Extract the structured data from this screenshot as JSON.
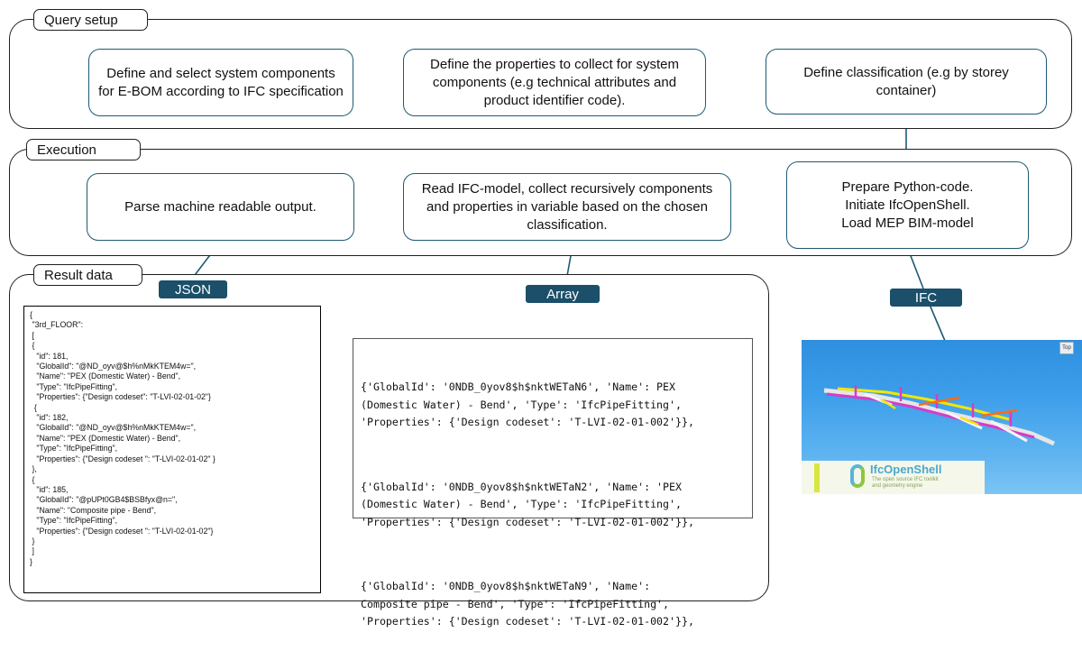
{
  "sections": {
    "query_setup": "Query setup",
    "execution": "Execution",
    "result_data": "Result data"
  },
  "query_nodes": {
    "define_components": "Define and select system components for E-BOM according to IFC specification",
    "define_properties": "Define the properties to collect for system components (e.g technical attributes and product identifier code).",
    "define_classification": "Define classification (e.g by storey container)"
  },
  "execution_nodes": {
    "parse_output": "Parse machine readable output.",
    "read_model": "Read IFC-model, collect recursively components and properties in variable based on the chosen classification.",
    "prepare": "Prepare Python-code.\nInitiate IfcOpenShell.\nLoad MEP BIM-model"
  },
  "tags": {
    "json": "JSON",
    "array": "Array",
    "ifc": "IFC"
  },
  "json_text": "{\n \"3rd_FLOOR\":\n [\n {\n   \"id\": 181,\n   \"GlobalId\": \"@ND_oyv@$h%nMkKTEM4w=\",\n   \"Name\": \"PEX (Domestic Water) - Bend\",\n   \"Type\": \"IfcPipeFitting\",\n   \"Properties\": {\"Design codeset\": \"T-LVI-02-01-02\"}\n  {\n   \"id\": 182,\n   \"GlobalId\": \"@ND_oyv@$h%nMkKTEM4w=\",\n   \"Name\": \"PEX (Domestic Water) - Bend\",\n   \"Type\": \"IfcPipeFitting\",\n   \"Properties\": {\"Design codeset \": \"T-LVI-02-01-02\" }\n },\n {\n   \"id\": 185,\n   \"GlobalId\": \"@pUPt0GB4$BSBfyx@n=\",\n   \"Name\": \"Composite pipe - Bend\",\n   \"Type\": \"IfcPipeFitting\",\n   \"Properties\": {\"Design codeset \": \"T-LVI-02-01-02\"}\n }\n ]\n}",
  "array_entries": [
    "{'GlobalId': '0NDB_0yov8$h$nktWETaN6', 'Name': PEX\n(Domestic Water) - Bend', 'Type': 'IfcPipeFitting',\n'Properties': {'Design codeset': 'T-LVI-02-01-002'}},",
    "{'GlobalId': '0NDB_0yov8$h$nktWETaN2', 'Name': 'PEX\n(Domestic Water) - Bend', 'Type': 'IfcPipeFitting',\n'Properties': {'Design codeset': 'T-LVI-02-01-002'}},",
    "{'GlobalId': '0NDB_0yov8$h$nktWETaN9', 'Name':\nComposite pipe - Bend', 'Type': 'IfcPipeFitting',\n'Properties': {'Design codeset': 'T-LVI-02-01-002'}},"
  ],
  "ifc_image": {
    "logo_name": "IfcOpenShell",
    "logo_tagline": "The open source IFC toolkit\nand geometry engine",
    "corner_label": "Top"
  },
  "colors": {
    "node_border": "#1d5a74",
    "arrow": "#1d5a74",
    "tag_fill": "#1b4f6a"
  }
}
